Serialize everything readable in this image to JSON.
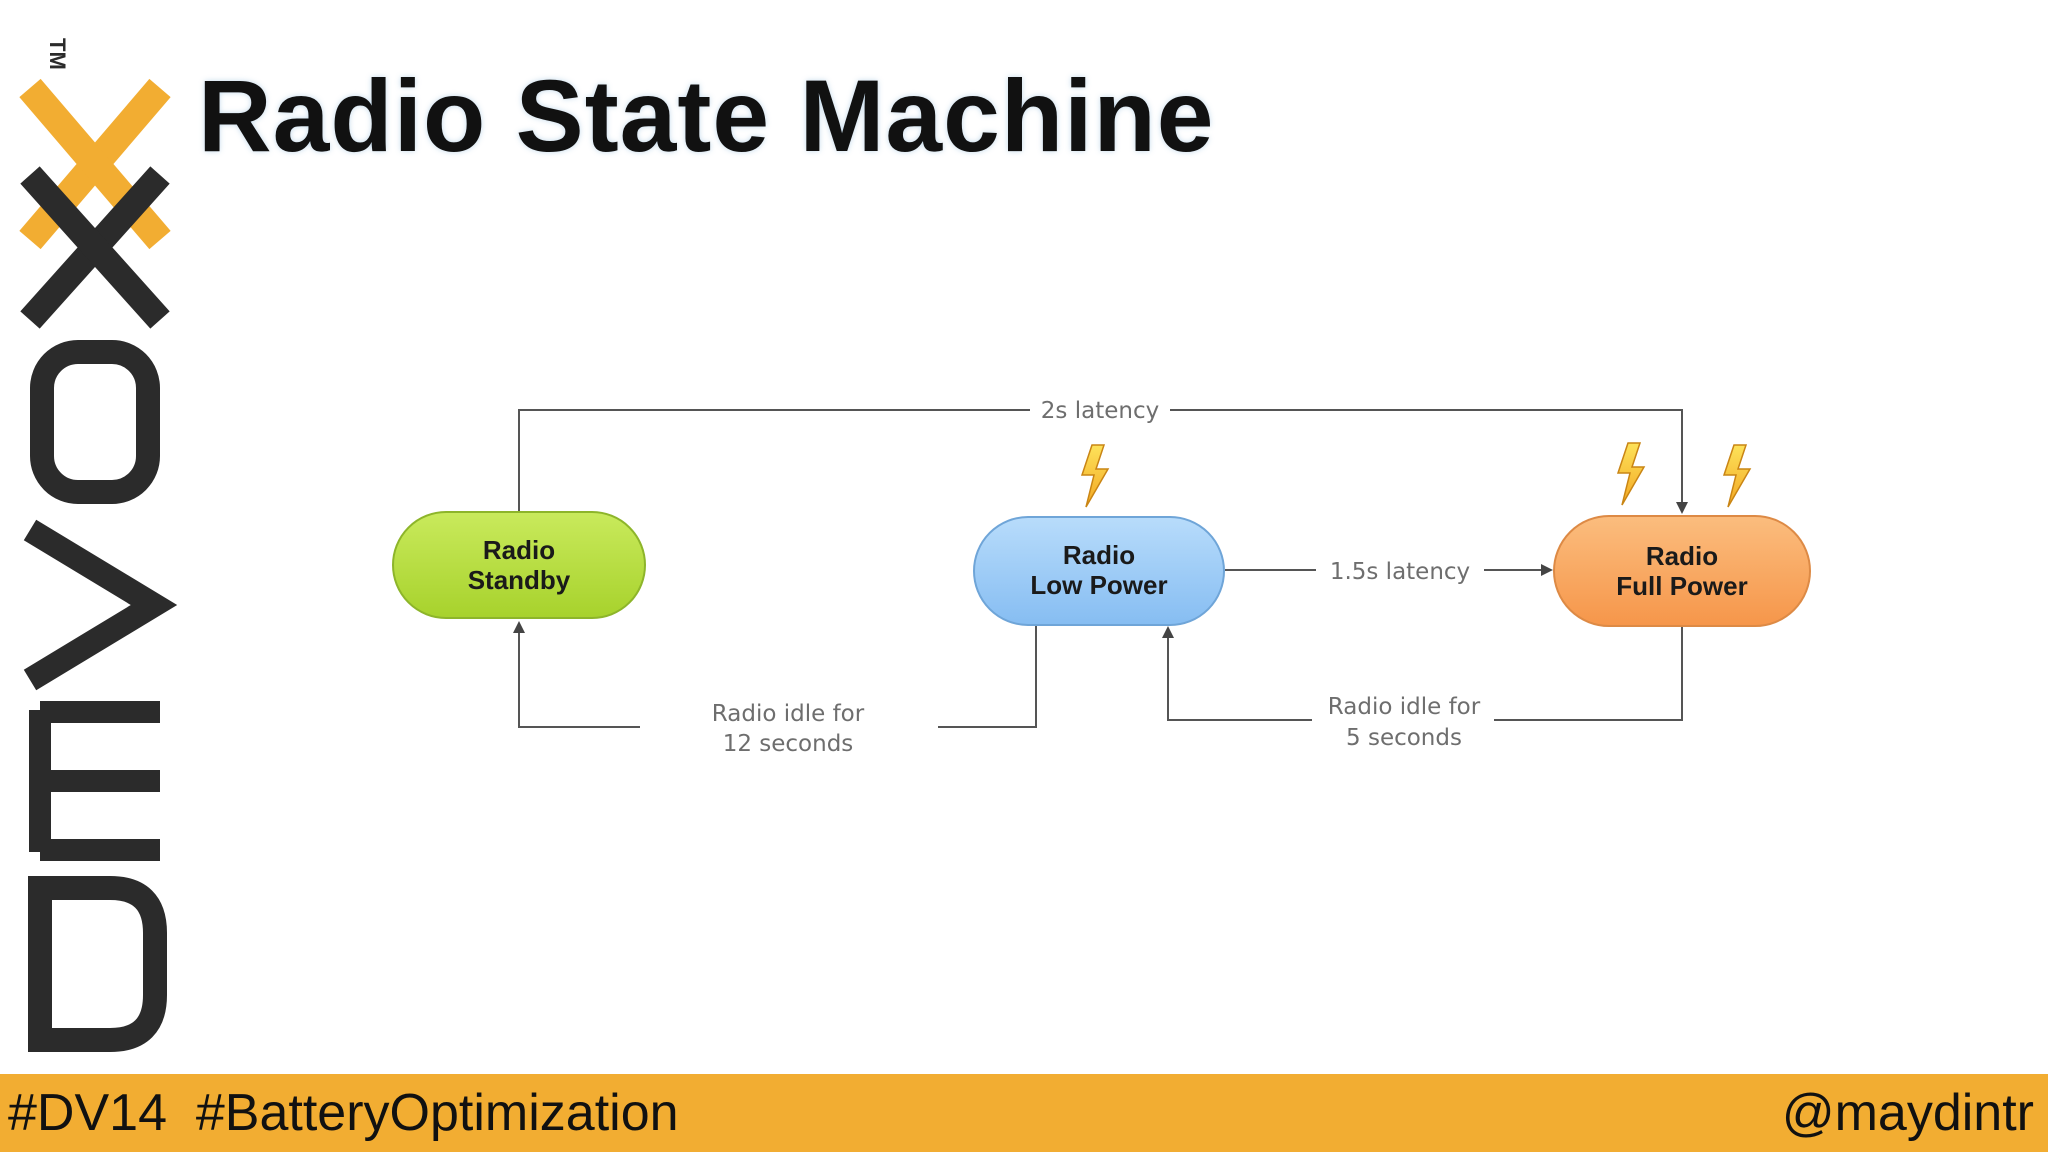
{
  "slide": {
    "title": "Radio State Machine",
    "logo_text": "DEVOXX",
    "trademark": "TM"
  },
  "diagram": {
    "states": [
      {
        "id": "standby",
        "line1": "Radio",
        "line2": "Standby",
        "color": "#b4dc3a",
        "power_icons": 0
      },
      {
        "id": "low-power",
        "line1": "Radio",
        "line2": "Low Power",
        "color": "#9ccaf6",
        "power_icons": 1
      },
      {
        "id": "full-power",
        "line1": "Radio",
        "line2": "Full Power",
        "color": "#f8a75a",
        "power_icons": 2
      }
    ],
    "transitions": [
      {
        "from": "standby",
        "to": "full-power",
        "label": [
          "2s latency"
        ]
      },
      {
        "from": "low-power",
        "to": "full-power",
        "label": [
          "1.5s latency"
        ]
      },
      {
        "from": "full-power",
        "to": "low-power",
        "label": [
          "Radio idle for",
          "5 seconds"
        ]
      },
      {
        "from": "low-power",
        "to": "standby",
        "label": [
          "Radio idle for",
          "12 seconds"
        ]
      }
    ]
  },
  "footer": {
    "hashtags": "#DV14  #BatteryOptimization",
    "handle": "@maydintr",
    "color": "#f2ad32"
  },
  "colors": {
    "logo_dark": "#2b2b2b",
    "logo_accent": "#f2ad32",
    "edge": "#555555"
  },
  "icons": {
    "power": "lightning-bolt-icon"
  }
}
